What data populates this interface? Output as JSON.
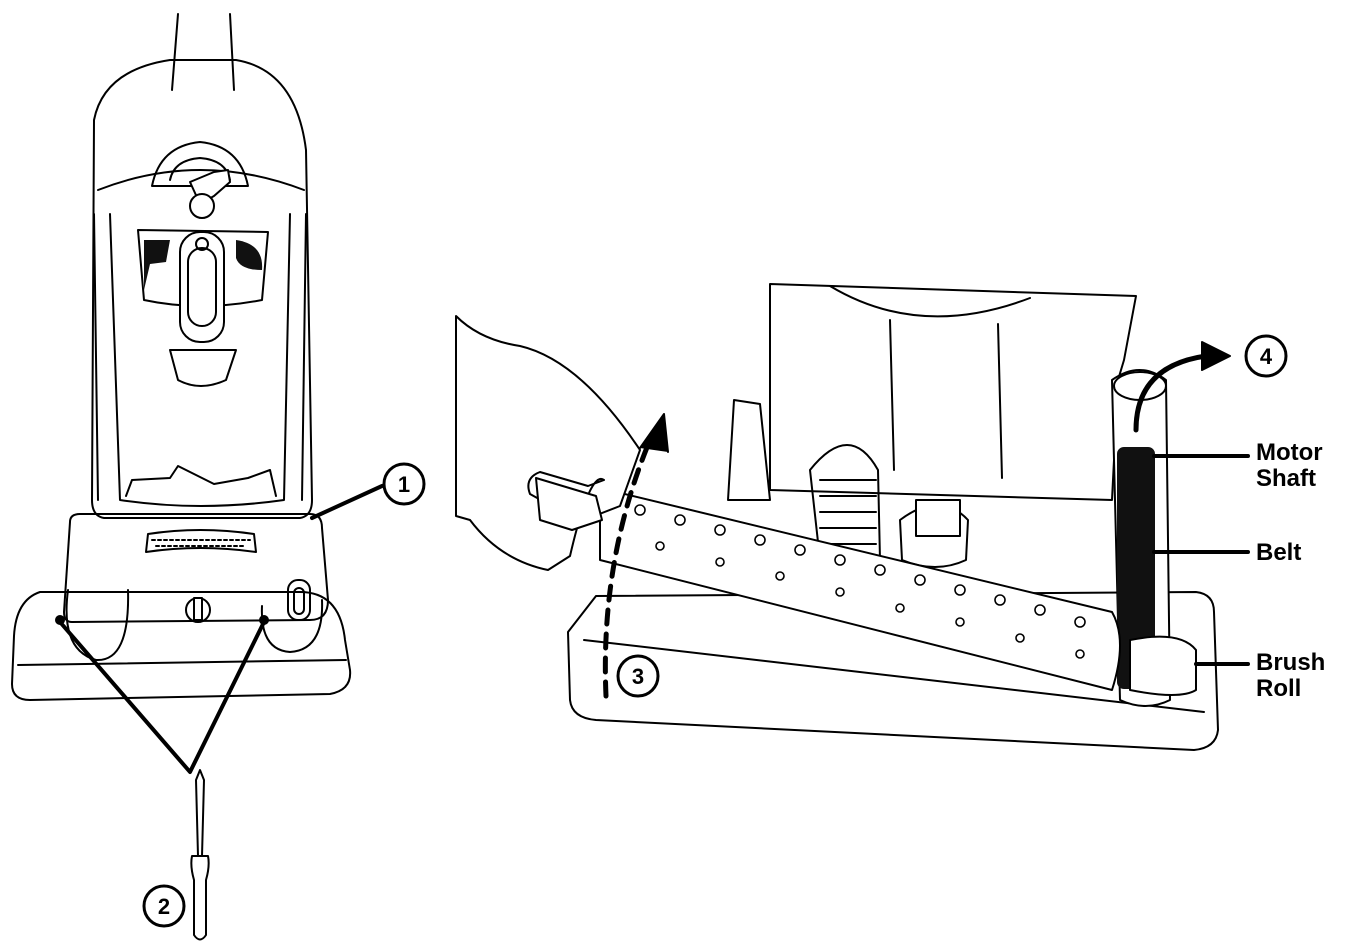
{
  "callouts": {
    "step1": "1",
    "step2": "2",
    "step3": "3",
    "step4": "4"
  },
  "labels": {
    "motor_shaft_line1": "Motor",
    "motor_shaft_line2": "Shaft",
    "belt": "Belt",
    "brush_roll_line1": "Brush",
    "brush_roll_line2": "Roll"
  },
  "colors": {
    "line": "#000000",
    "fill": "#ffffff",
    "shade": "#111111"
  }
}
